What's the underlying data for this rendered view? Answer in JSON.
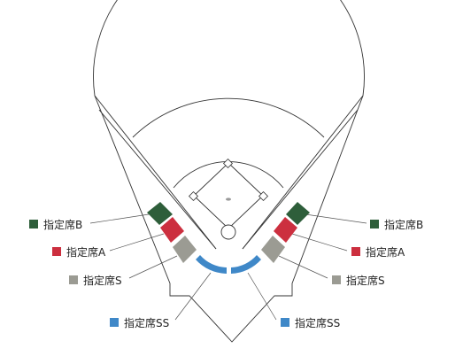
{
  "legend": {
    "left": {
      "b": {
        "label": "指定席B",
        "color": "#2e5e3a"
      },
      "a": {
        "label": "指定席A",
        "color": "#cc2f3f"
      },
      "s": {
        "label": "指定席S",
        "color": "#9b9b93"
      },
      "ss": {
        "label": "指定席SS",
        "color": "#3f88c8"
      }
    },
    "right": {
      "b": {
        "label": "指定席B",
        "color": "#2e5e3a"
      },
      "a": {
        "label": "指定席A",
        "color": "#cc2f3f"
      },
      "s": {
        "label": "指定席S",
        "color": "#9b9b93"
      },
      "ss": {
        "label": "指定席SS",
        "color": "#3f88c8"
      }
    }
  },
  "colors": {
    "outline": "#333333",
    "background": "#ffffff"
  }
}
